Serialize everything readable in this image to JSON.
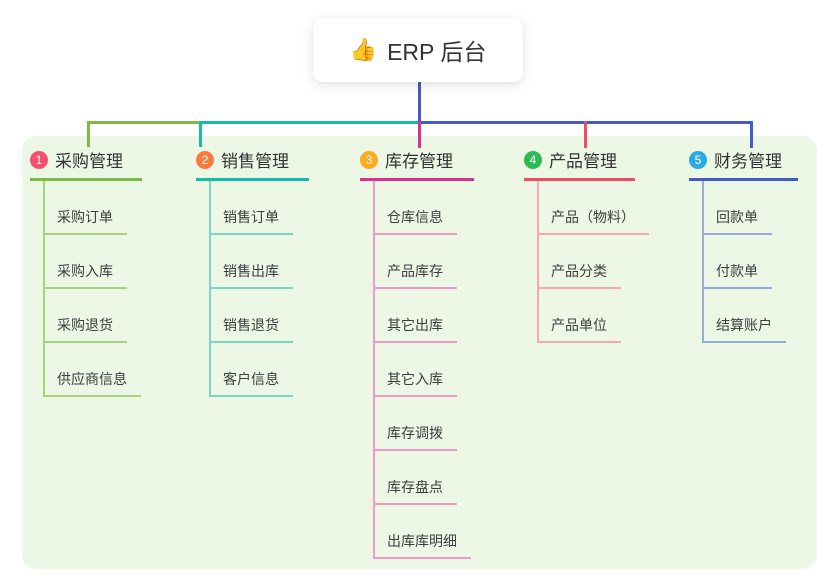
{
  "root": {
    "icon": "👍",
    "label": "ERP 后台"
  },
  "branches": [
    {
      "num": "1",
      "title": "采购管理",
      "color": "#7CBA41",
      "light": "#A9D27F",
      "badge": "#F4526A",
      "items": [
        "采购订单",
        "采购入库",
        "采购退货",
        "供应商信息"
      ]
    },
    {
      "num": "2",
      "title": "销售管理",
      "color": "#15BCAC",
      "light": "#7FD4C8",
      "badge": "#F87C40",
      "items": [
        "销售订单",
        "销售出库",
        "销售退货",
        "客户信息"
      ]
    },
    {
      "num": "3",
      "title": "库存管理",
      "color": "#D5338E",
      "light": "#EE9BC8",
      "badge": "#FBAB1C",
      "items": [
        "仓库信息",
        "产品库存",
        "其它出库",
        "其它入库",
        "库存调拨",
        "库存盘点",
        "出库库明细"
      ]
    },
    {
      "num": "4",
      "title": "产品管理",
      "color": "#EB4D61",
      "light": "#F6A7AE",
      "badge": "#2FBA57",
      "items": [
        "产品（物料）",
        "产品分类",
        "产品单位"
      ]
    },
    {
      "num": "5",
      "title": "财务管理",
      "color": "#4559CE",
      "light": "#9AA8E0",
      "badge": "#29AAE1",
      "items": [
        "回款单",
        "付款单",
        "结算账户"
      ]
    }
  ]
}
